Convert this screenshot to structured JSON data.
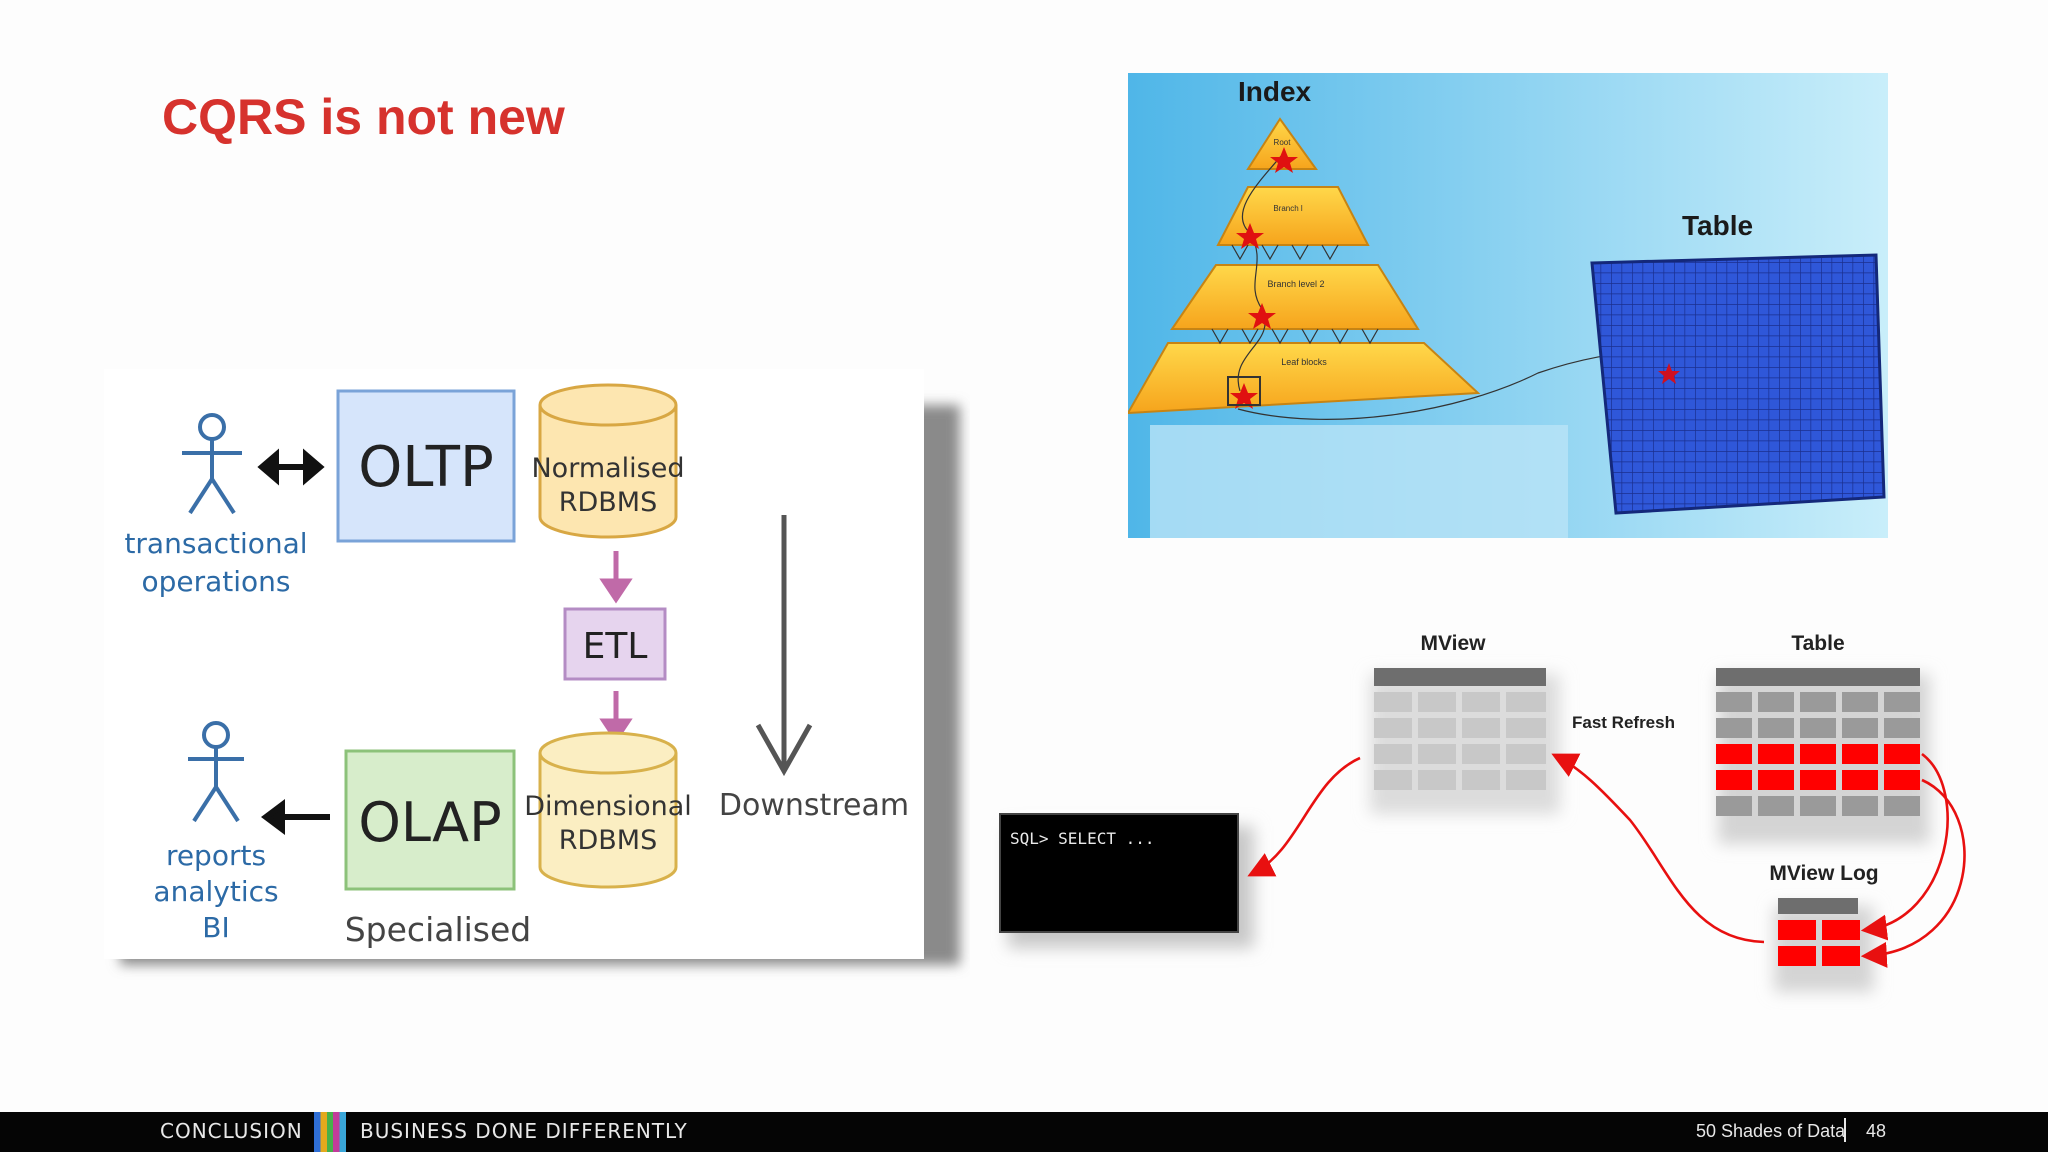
{
  "slide": {
    "title": "CQRS is not new"
  },
  "left_diagram": {
    "actor_top_label": [
      "transactional",
      "operations"
    ],
    "actor_bottom_label": [
      "reports",
      "analytics",
      "BI"
    ],
    "oltp": "OLTP",
    "olap": "OLAP",
    "db_top": [
      "Normalised",
      "RDBMS"
    ],
    "etl": "ETL",
    "db_bottom": [
      "Dimensional",
      "RDBMS"
    ],
    "downstream": "Downstream",
    "specialised": "Specialised"
  },
  "index_image": {
    "index_label": "Index",
    "table_label": "Table",
    "level_labels": [
      "Root",
      "Branch l",
      "Branch level 2",
      "Leaf blocks"
    ]
  },
  "mview_diagram": {
    "mview_label": "MView",
    "table_label": "Table",
    "fast_refresh": "Fast Refresh",
    "mview_log_label": "MView Log",
    "sql_text": "SQL> SELECT ...",
    "colors": {
      "highlight": "#ff0000",
      "grid": "#c8c8c8",
      "header": "#6e6e6e"
    }
  },
  "footer": {
    "section": "CONCLUSION",
    "tagline": "BUSINESS DONE DIFFERENTLY",
    "deck": "50 Shades of Data",
    "page": "48"
  }
}
